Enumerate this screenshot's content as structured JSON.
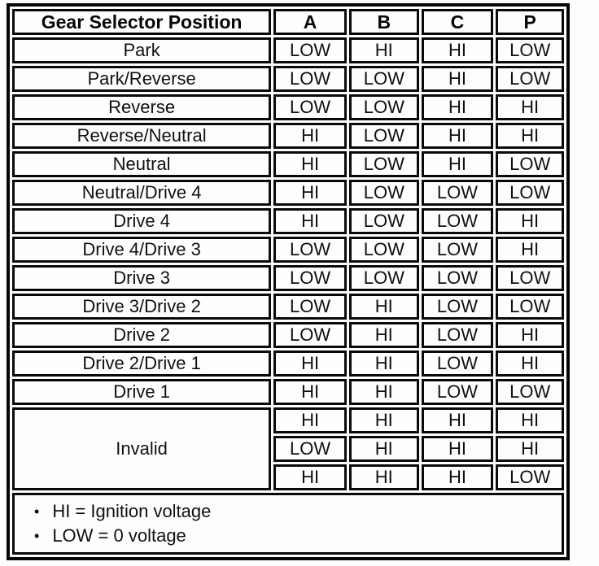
{
  "table": {
    "header": {
      "position_label": "Gear Selector Position",
      "columns": [
        "A",
        "B",
        "C",
        "P"
      ]
    },
    "rows": [
      {
        "label": "Park",
        "values": [
          "LOW",
          "HI",
          "HI",
          "LOW"
        ]
      },
      {
        "label": "Park/Reverse",
        "values": [
          "LOW",
          "LOW",
          "HI",
          "LOW"
        ]
      },
      {
        "label": "Reverse",
        "values": [
          "LOW",
          "LOW",
          "HI",
          "HI"
        ]
      },
      {
        "label": "Reverse/Neutral",
        "values": [
          "HI",
          "LOW",
          "HI",
          "HI"
        ]
      },
      {
        "label": "Neutral",
        "values": [
          "HI",
          "LOW",
          "HI",
          "LOW"
        ]
      },
      {
        "label": "Neutral/Drive 4",
        "values": [
          "HI",
          "LOW",
          "LOW",
          "LOW"
        ]
      },
      {
        "label": "Drive 4",
        "values": [
          "HI",
          "LOW",
          "LOW",
          "HI"
        ]
      },
      {
        "label": "Drive 4/Drive 3",
        "values": [
          "LOW",
          "LOW",
          "LOW",
          "HI"
        ]
      },
      {
        "label": "Drive 3",
        "values": [
          "LOW",
          "LOW",
          "LOW",
          "LOW"
        ]
      },
      {
        "label": "Drive 3/Drive 2",
        "values": [
          "LOW",
          "HI",
          "LOW",
          "LOW"
        ]
      },
      {
        "label": "Drive 2",
        "values": [
          "LOW",
          "HI",
          "LOW",
          "HI"
        ]
      },
      {
        "label": "Drive 2/Drive 1",
        "values": [
          "HI",
          "HI",
          "LOW",
          "HI"
        ]
      },
      {
        "label": "Drive 1",
        "values": [
          "HI",
          "HI",
          "LOW",
          "LOW"
        ]
      }
    ],
    "invalid_group": {
      "label": "Invalid",
      "rows": [
        [
          "HI",
          "HI",
          "HI",
          "HI"
        ],
        [
          "LOW",
          "HI",
          "HI",
          "HI"
        ],
        [
          "HI",
          "HI",
          "HI",
          "LOW"
        ]
      ]
    },
    "bullet": "•",
    "notes": [
      "HI = Ignition voltage",
      "LOW = 0 voltage"
    ]
  }
}
